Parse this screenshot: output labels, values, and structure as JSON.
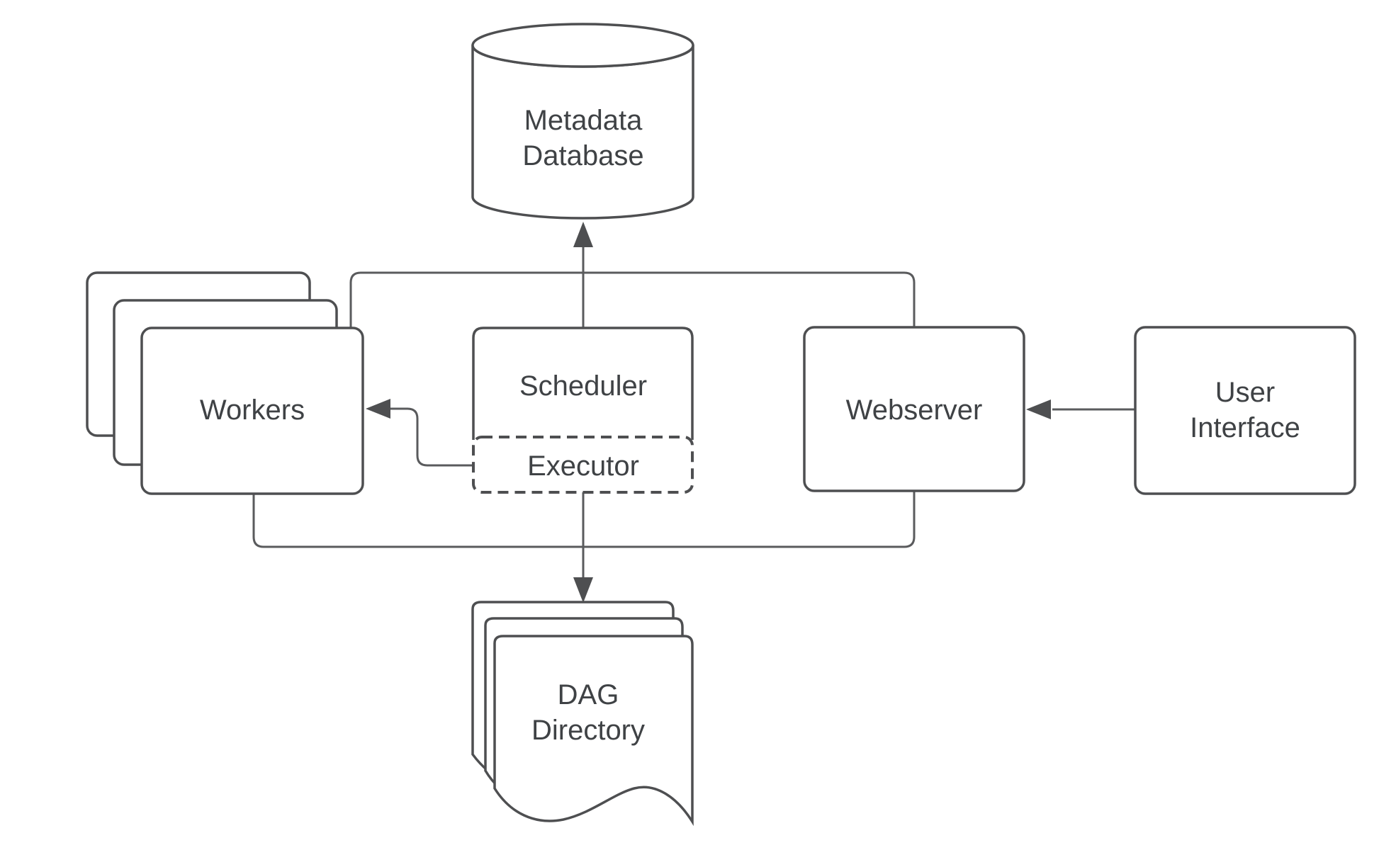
{
  "diagram": {
    "background": "#ffffff",
    "palette": {
      "shape_fill": "#ffffff",
      "shape_stroke": "#4e4f51",
      "connector_stroke": "#5a5b5d",
      "label_color": "#3f4245"
    },
    "nodes": {
      "metadata_database": {
        "shape": "cylinder",
        "line1": "Metadata",
        "line2": "Database"
      },
      "workers": {
        "shape": "stacked-rounded-rectangles",
        "stack_count": 3,
        "label": "Workers"
      },
      "scheduler": {
        "shape": "rounded-rectangle",
        "label": "Scheduler"
      },
      "executor": {
        "shape": "dashed-rounded-rectangle",
        "label": "Executor"
      },
      "webserver": {
        "shape": "rounded-rectangle",
        "label": "Webserver"
      },
      "user_interface": {
        "shape": "rounded-rectangle",
        "line1": "User",
        "line2": "Interface"
      },
      "dag_directory": {
        "shape": "document-stack",
        "stack_count": 3,
        "line1": "DAG",
        "line2": "Directory"
      }
    },
    "edges": [
      {
        "from": "scheduler",
        "to": "metadata_database",
        "style": "arrow-up"
      },
      {
        "from": "workers",
        "to": "metadata_database",
        "style": "rail-line"
      },
      {
        "from": "webserver",
        "to": "metadata_database",
        "style": "rail-line"
      },
      {
        "from": "executor",
        "to": "workers",
        "style": "arrow-left"
      },
      {
        "from": "executor",
        "to": "dag_directory",
        "style": "arrow-down"
      },
      {
        "from": "workers",
        "to": "dag_directory",
        "style": "rail-line"
      },
      {
        "from": "webserver",
        "to": "dag_directory",
        "style": "rail-line"
      },
      {
        "from": "user_interface",
        "to": "webserver",
        "style": "arrow-left"
      }
    ]
  }
}
